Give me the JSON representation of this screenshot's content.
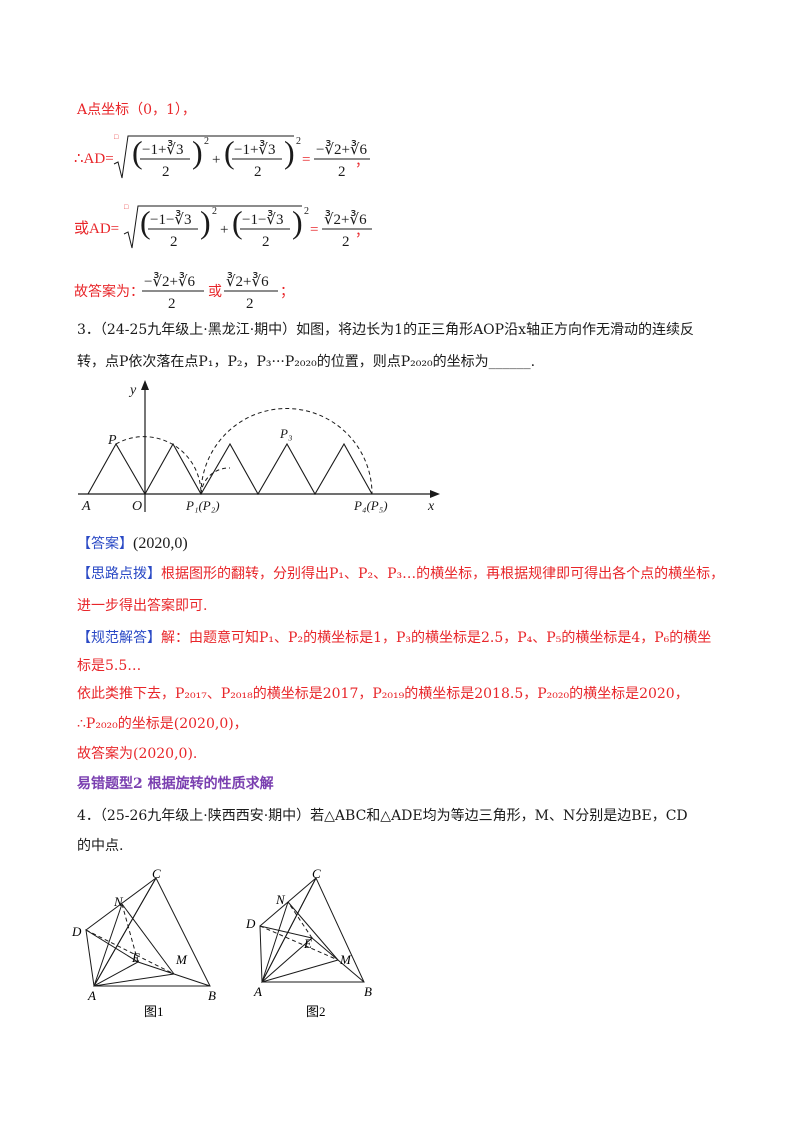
{
  "block1": {
    "line_a": "A点坐标（0，1），",
    "ad1_prefix": "∴AD=",
    "ad1_t1_num": "−1+∛3",
    "ad1_t2_num": "−1+∛3",
    "den": "2",
    "plus": "+",
    "ad1_result_num": "−∛2+∛6",
    "ad1_suffix": "，",
    "ad2_prefix": "或AD=",
    "ad2_t1_num": "−1−∛3",
    "ad2_t2_num": "−1−∛3",
    "ad2_result_num": "∛2+∛6",
    "ad2_suffix": "，",
    "answer_prefix": "故答案为：",
    "answer_num1": "−∛2+∛6",
    "answer_or": "或",
    "answer_num2": "∛2+∛6",
    "answer_suffix": "；",
    "exp": "2"
  },
  "q3": {
    "line1": "3．（24-25九年级上·黑龙江·期中）如图，将边长为1的正三角形AOP沿x轴正方向作无滑动的连续反",
    "line2": "转，点P依次落在点P₁，P₂，P₃···P₂₀₂₀的位置，则点P₂₀₂₀的坐标为______.",
    "figure_labels": {
      "y": "y",
      "x": "x",
      "P": "P",
      "A": "A",
      "O": "O",
      "P1P2": "P₁(P₂)",
      "P3": "P₃",
      "P4P5": "P₄(P₅)"
    },
    "answer_tag": "【答案】",
    "answer_value": "(2020,0)",
    "hint_tag": "【思路点拨】",
    "hint_line1": "根据图形的翻转，分别得出P₁、P₂、P₃…的横坐标，再根据规律即可得出各个点的横坐标，",
    "hint_line2": "进一步得出答案即可.",
    "sol_tag": "【规范解答】",
    "sol_line1": "解：由题意可知P₁、P₂的横坐标是1，P₃的横坐标是2.5，P₄、P₅的横坐标是4，P₆的横坐",
    "sol_line2": "标是5.5…",
    "sol_line3": "依此类推下去，P₂₀₁₇、P₂₀₁₈的横坐标是2017，P₂₀₁₉的横坐标是2018.5，P₂₀₂₀的横坐标是2020，",
    "sol_line4": "∴P₂₀₂₀的坐标是(2020,0)，",
    "sol_line5": "故答案为(2020,0)."
  },
  "section_title": "易错题型2  根据旋转的性质求解",
  "q4": {
    "line1": "4．（25-26九年级上·陕西西安·期中）若△ABC和△ADE均为等边三角形，M、N分别是边BE，CD",
    "line2": "的中点.",
    "fig1": {
      "caption": "图1",
      "A": "A",
      "B": "B",
      "C": "C",
      "D": "D",
      "E": "E",
      "M": "M",
      "N": "N"
    },
    "fig2": {
      "caption": "图2",
      "A": "A",
      "B": "B",
      "C": "C",
      "D": "D",
      "E": "E",
      "M": "M",
      "N": "N"
    }
  },
  "colors": {
    "red": "#e8262a",
    "blue": "#2a49c5",
    "purple": "#7a3fb0",
    "text": "#1a1a1a"
  }
}
